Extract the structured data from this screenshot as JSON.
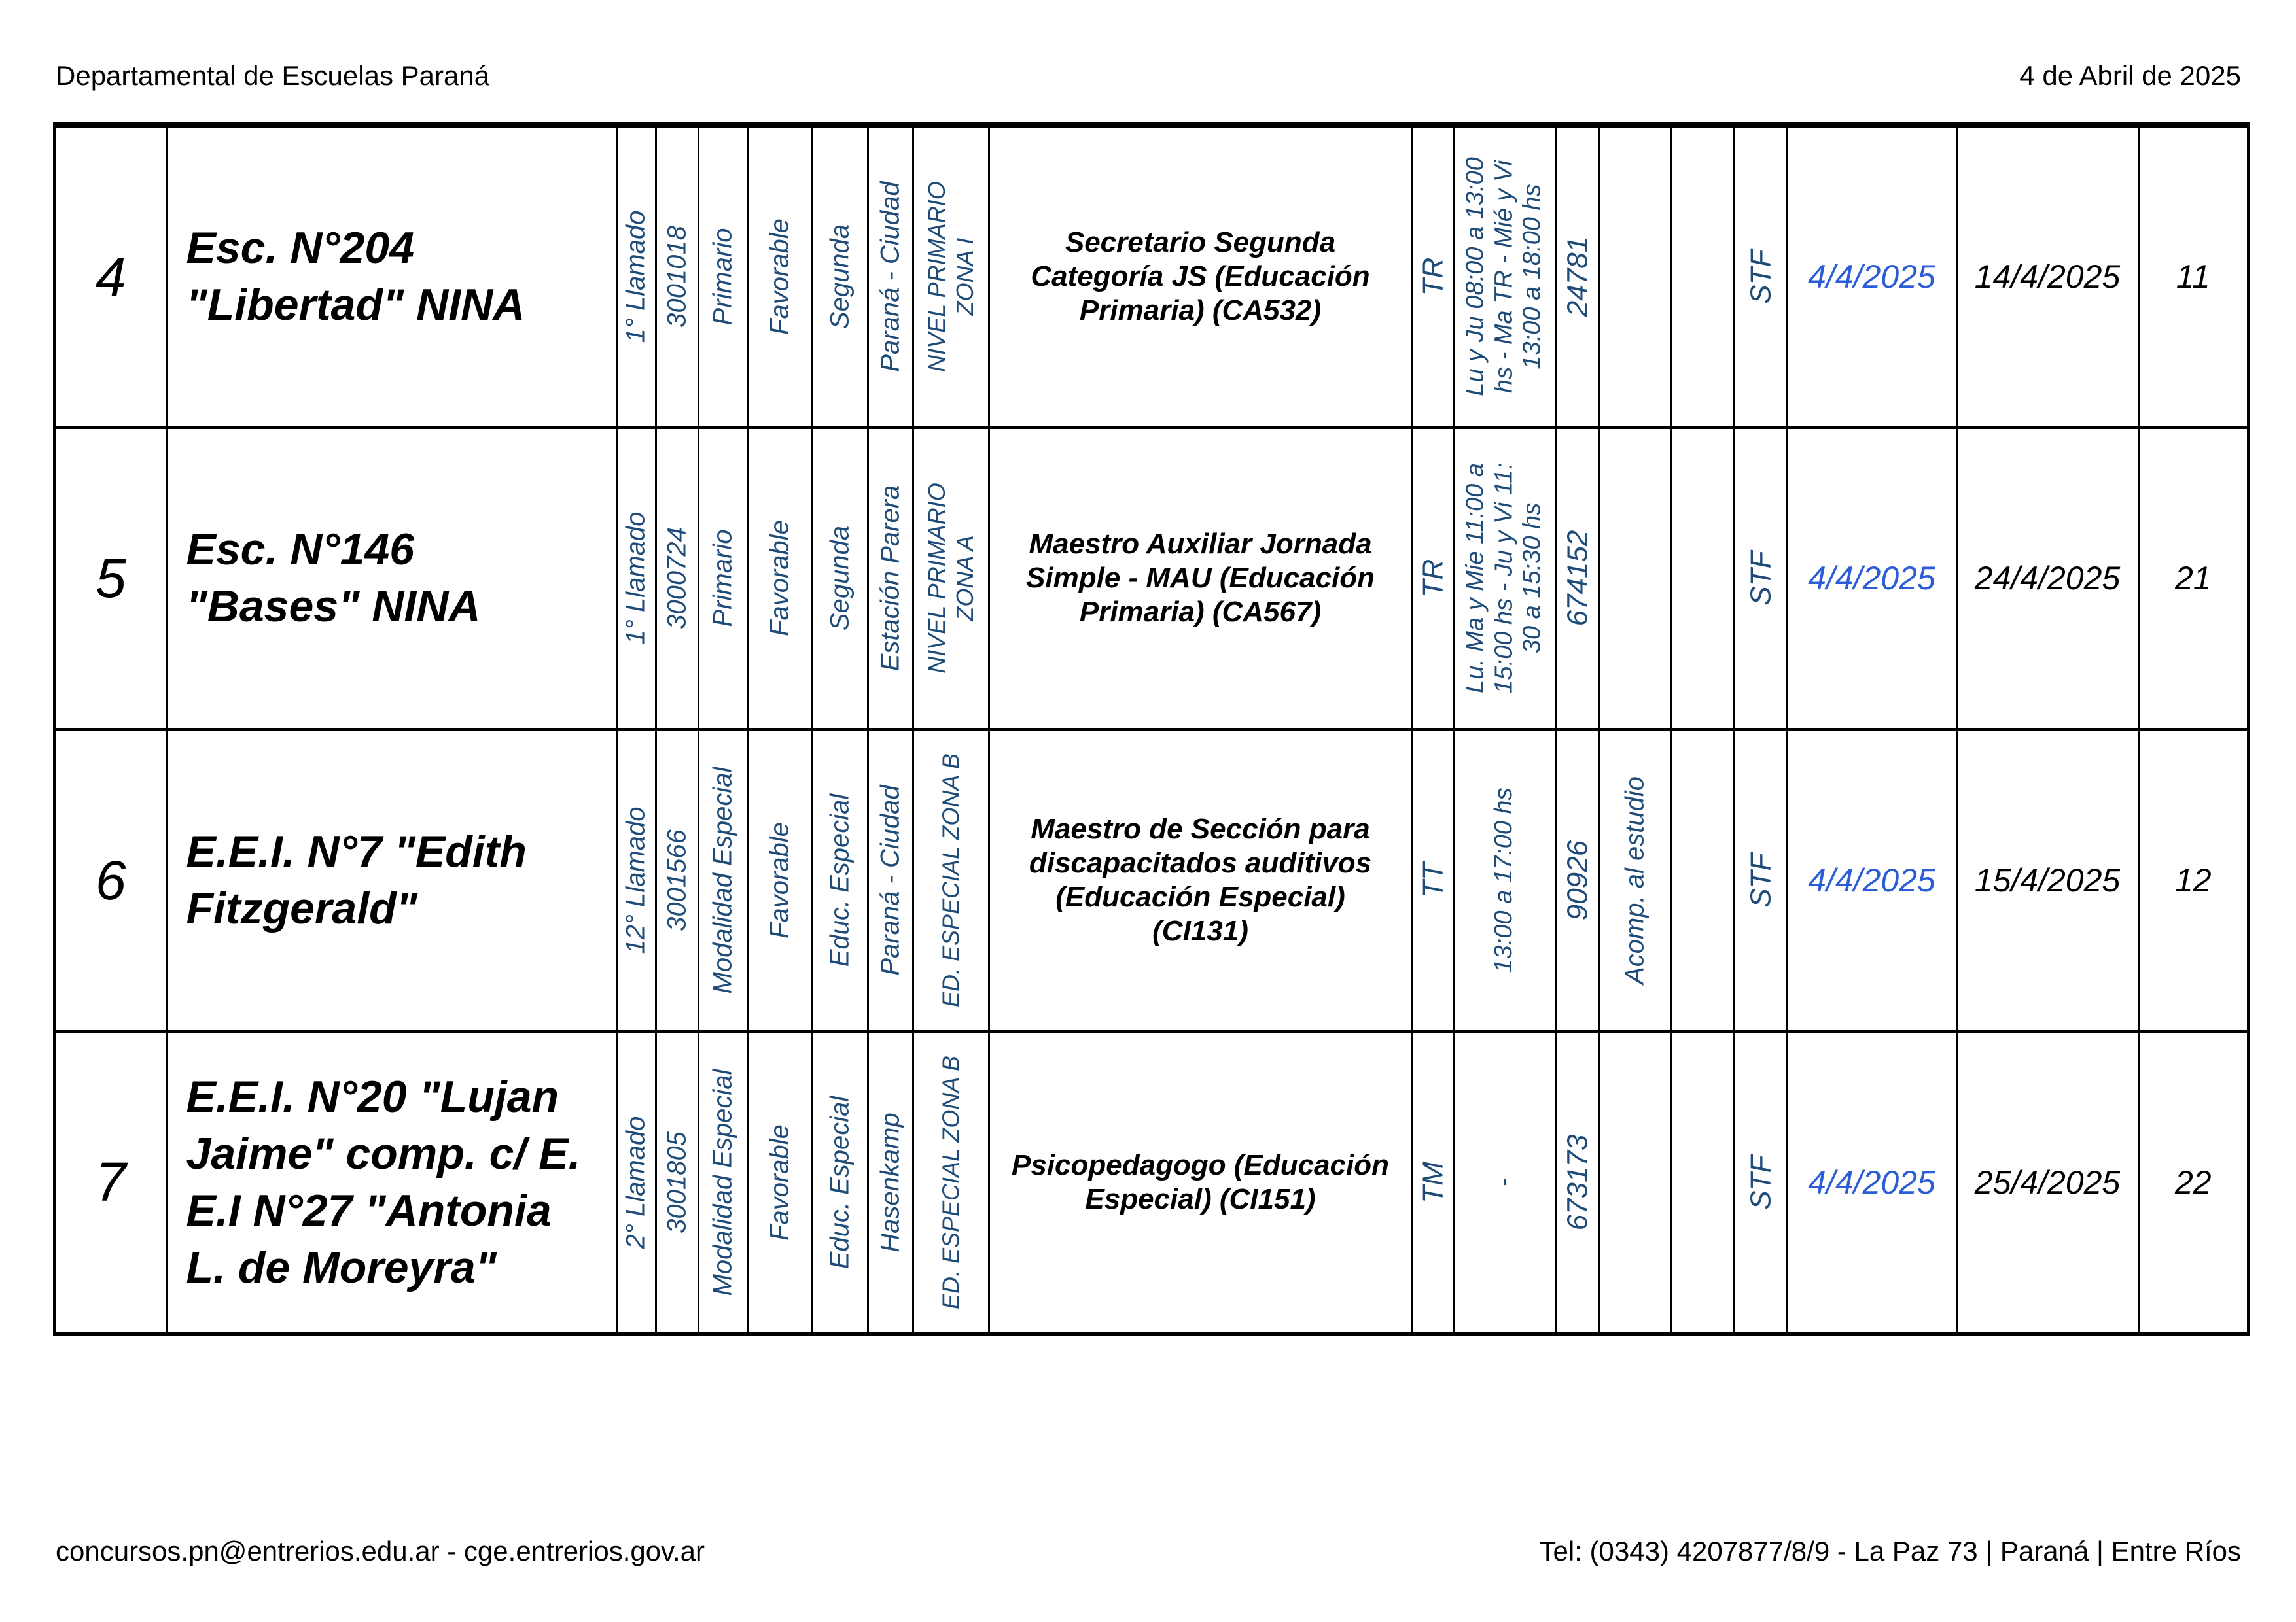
{
  "header": {
    "left": "Departamental de Escuelas Paraná",
    "right": "4 de Abril de 2025"
  },
  "footer": {
    "left": "concursos.pn@entrerios.edu.ar - cge.entrerios.gov.ar",
    "right": "Tel: (0343) 4207877/8/9 - La Paz 73 | Paraná | Entre Ríos"
  },
  "colors": {
    "rotated_text_navy": "#1e4b77",
    "date_link_blue": "#2b5dd7",
    "text_black": "#000000",
    "border_black": "#000000"
  },
  "table": {
    "rows": [
      {
        "num": "4",
        "school": "Esc. N°204\n\"Libertad\" NINA",
        "llamado": "1° Llamado",
        "id": "3001018",
        "nivel": "Primario",
        "concepto": "Favorable",
        "categoria": "Segunda",
        "localidad": "Paraná - Ciudad",
        "zona": "NIVEL PRIMARIO\nZONA I",
        "cargo": "Secretario Segunda\nCategoría JS (Educación\nPrimaria) (CA532)",
        "turno": "TR",
        "horario": "Lu y Ju 08:00 a 13:00\nhs - Ma TR - Mié y Vi\n13:00 a 18:00 hs",
        "codigo": "24781",
        "extra": "",
        "stf": "STF",
        "fecha_publicacion": "4/4/2025",
        "fecha_cierre": "14/4/2025",
        "dias": "11"
      },
      {
        "num": "5",
        "school": "Esc. N°146\n\"Bases\" NINA",
        "llamado": "1° Llamado",
        "id": "3000724",
        "nivel": "Primario",
        "concepto": "Favorable",
        "categoria": "Segunda",
        "localidad": "Estación Parera",
        "zona": "NIVEL PRIMARIO\nZONA A",
        "cargo": "Maestro Auxiliar Jornada\nSimple - MAU (Educación\nPrimaria) (CA567)",
        "turno": "TR",
        "horario": "Lu. Ma y Mie 11:00 a\n15:00 hs - Ju y Vi 11:\n30 a 15:30 hs",
        "codigo": "674152",
        "extra": "",
        "stf": "STF",
        "fecha_publicacion": "4/4/2025",
        "fecha_cierre": "24/4/2025",
        "dias": "21"
      },
      {
        "num": "6",
        "school": "E.E.I. N°7 \"Edith\nFitzgerald\"",
        "llamado": "12° Llamado",
        "id": "3001566",
        "nivel": "Modalidad Especial",
        "concepto": "Favorable",
        "categoria": "Educ. Especial",
        "localidad": "Paraná - Ciudad",
        "zona": "ED. ESPECIAL ZONA B",
        "cargo": "Maestro de Sección para\ndiscapacitados auditivos\n(Educación Especial)\n(CI131)",
        "turno": "TT",
        "horario": "13:00 a 17:00 hs",
        "codigo": "90926",
        "extra": "Acomp. al estudio",
        "stf": "STF",
        "fecha_publicacion": "4/4/2025",
        "fecha_cierre": "15/4/2025",
        "dias": "12"
      },
      {
        "num": "7",
        "school": "E.E.I. N°20 \"Lujan\nJaime\" comp. c/ E.\nE.I N°27 \"Antonia\nL. de Moreyra\"",
        "llamado": "2° Llamado",
        "id": "3001805",
        "nivel": "Modalidad Especial",
        "concepto": "Favorable",
        "categoria": "Educ. Especial",
        "localidad": "Hasenkamp",
        "zona": "ED. ESPECIAL ZONA B",
        "cargo": "Psicopedagogo (Educación\nEspecial) (CI151)",
        "turno": "TM",
        "horario": "-",
        "codigo": "673173",
        "extra": "",
        "stf": "STF",
        "fecha_publicacion": "4/4/2025",
        "fecha_cierre": "25/4/2025",
        "dias": "22"
      }
    ]
  }
}
